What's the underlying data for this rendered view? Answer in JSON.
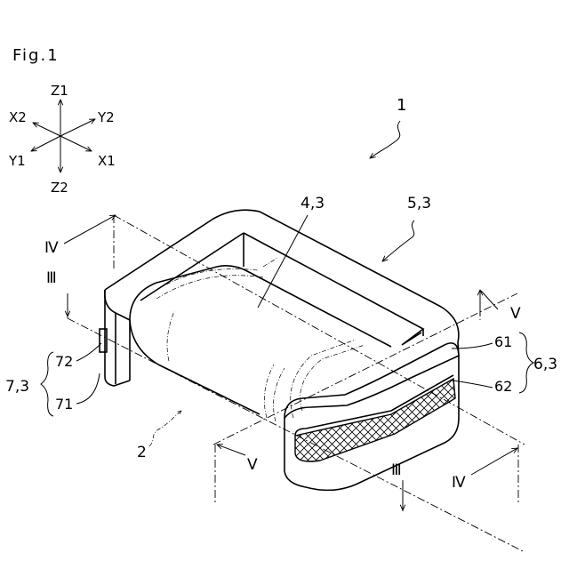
{
  "figure_label": "Fig.1",
  "axes": {
    "z1": "Z1",
    "z2": "Z2",
    "x1": "X1",
    "x2": "X2",
    "y1": "Y1",
    "y2": "Y2"
  },
  "callouts": {
    "device": "1",
    "winding": "4,3",
    "top_core": "5,3",
    "side_core": "6,3",
    "end_core": "7,3",
    "layer_61": "61",
    "layer_62": "62",
    "layer_71": "71",
    "layer_72": "72",
    "hidden_ref": "2"
  },
  "section_marks": {
    "iii": "Ⅲ",
    "iv": "Ⅳ",
    "v": "Ⅴ"
  }
}
